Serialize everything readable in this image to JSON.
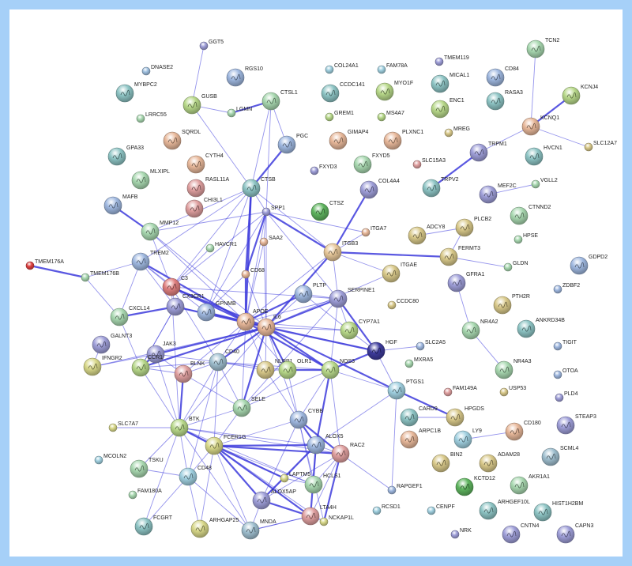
{
  "colors": {
    "frame_border": "#a6d0f8",
    "edge": "#3d3bdc",
    "node_palette": [
      "#8ec5c5",
      "#a8d8b0",
      "#b8d98a",
      "#d9c98a",
      "#e8b89a",
      "#c9a8d9",
      "#9fb8e0",
      "#e0a0a0",
      "#a0d0e0",
      "#c0c0c0"
    ]
  },
  "nodes": [
    {
      "label": "GGT5",
      "color": "#9f9fd9"
    },
    {
      "label": "DNASE2",
      "color": "#9fc0e0"
    },
    {
      "label": "RGS10",
      "color": "#9fb8e0"
    },
    {
      "label": "COL24A1",
      "color": "#a0d0e0"
    },
    {
      "label": "FAM78A",
      "color": "#a0d0e0"
    },
    {
      "label": "TMEM119",
      "color": "#9f9fd9"
    },
    {
      "label": "TCN2",
      "color": "#a8d8b0"
    },
    {
      "label": "MYBPC2",
      "color": "#8ec5c5"
    },
    {
      "label": "GUSB",
      "color": "#b8d98a"
    },
    {
      "label": "LGMN",
      "color": "#a8d8b0"
    },
    {
      "label": "CTSL1",
      "color": "#a8d8b0"
    },
    {
      "label": "CCDC141",
      "color": "#8ec5c5"
    },
    {
      "label": "MYO1F",
      "color": "#b8d98a"
    },
    {
      "label": "MICAL1",
      "color": "#8ec5c5"
    },
    {
      "label": "CD84",
      "color": "#9fb8e0"
    },
    {
      "label": "KCNJ4",
      "color": "#b8d98a"
    },
    {
      "label": "LRRC55",
      "color": "#a8d8b0"
    },
    {
      "label": "GREM1",
      "color": "#b8d98a"
    },
    {
      "label": "MS4A7",
      "color": "#b8d98a"
    },
    {
      "label": "ENC1",
      "color": "#b8d98a"
    },
    {
      "label": "RASA3",
      "color": "#8ec5c5"
    },
    {
      "label": "SQRDL",
      "color": "#e8b89a"
    },
    {
      "label": "PGC",
      "color": "#9fb8e0"
    },
    {
      "label": "GIMAP4",
      "color": "#e8b89a"
    },
    {
      "label": "PLXNC1",
      "color": "#e8b89a"
    },
    {
      "label": "MREG",
      "color": "#d9c98a"
    },
    {
      "label": "KCNQ1",
      "color": "#e8b89a"
    },
    {
      "label": "GPA33",
      "color": "#8ec5c5"
    },
    {
      "label": "CYTH4",
      "color": "#e8b89a"
    },
    {
      "label": "FXYD3",
      "color": "#9f9fd9"
    },
    {
      "label": "FXYD5",
      "color": "#a8d8b0"
    },
    {
      "label": "SLC15A3",
      "color": "#e0a0a0"
    },
    {
      "label": "TRPM1",
      "color": "#9f9fd9"
    },
    {
      "label": "HVCN1",
      "color": "#8ec5c5"
    },
    {
      "label": "SLC12A7",
      "color": "#d9c98a"
    },
    {
      "label": "MLXIPL",
      "color": "#a8d8b0"
    },
    {
      "label": "RASL11A",
      "color": "#e0a0a0"
    },
    {
      "label": "CTSB",
      "color": "#8ec5c5"
    },
    {
      "label": "COL4A4",
      "color": "#9f9fd9"
    },
    {
      "label": "TRPV2",
      "color": "#8ec5c5"
    },
    {
      "label": "MEF2C",
      "color": "#9f9fd9"
    },
    {
      "label": "VGLL2",
      "color": "#a8d8b0"
    },
    {
      "label": "MAFB",
      "color": "#9fb8e0"
    },
    {
      "label": "CHI3L1",
      "color": "#e0a0a0"
    },
    {
      "label": "SPP1",
      "color": "#9f9fd9"
    },
    {
      "label": "CTSZ",
      "color": "#5fb55f"
    },
    {
      "label": "CTNND2",
      "color": "#a8d8b0"
    },
    {
      "label": "MMP12",
      "color": "#a8d8b0"
    },
    {
      "label": "SAA2",
      "color": "#e8b89a"
    },
    {
      "label": "ITGA7",
      "color": "#e8b89a"
    },
    {
      "label": "ADCY8",
      "color": "#d9c98a"
    },
    {
      "label": "PLCB2",
      "color": "#d9c98a"
    },
    {
      "label": "HPSE",
      "color": "#a8d8b0"
    },
    {
      "label": "HAVCR1",
      "color": "#a8d8b0"
    },
    {
      "label": "ITGB3",
      "color": "#e8c89a"
    },
    {
      "label": "FERMT3",
      "color": "#d9c98a"
    },
    {
      "label": "TMEM176A",
      "color": "#e04040"
    },
    {
      "label": "TMEM176B",
      "color": "#a8d8b0"
    },
    {
      "label": "TREM2",
      "color": "#9fb8e0"
    },
    {
      "label": "CD68",
      "color": "#e8b89a"
    },
    {
      "label": "ITGAE",
      "color": "#d9c98a"
    },
    {
      "label": "GLDN",
      "color": "#a8d8b0"
    },
    {
      "label": "GDPD2",
      "color": "#9fb8e0"
    },
    {
      "label": "ZDBF2",
      "color": "#9fb8e0"
    },
    {
      "label": "C3",
      "color": "#e08080"
    },
    {
      "label": "PLTP",
      "color": "#9fb8e0"
    },
    {
      "label": "GFRA1",
      "color": "#9f9fd9"
    },
    {
      "label": "CX3CR1",
      "color": "#9f9fd9"
    },
    {
      "label": "SERPINE1",
      "color": "#9f9fd9"
    },
    {
      "label": "CCDC80",
      "color": "#d9c98a"
    },
    {
      "label": "PTH2R",
      "color": "#d9c98a"
    },
    {
      "label": "GPNMB",
      "color": "#9fb8e0"
    },
    {
      "label": "APOE",
      "color": "#e8b89a"
    },
    {
      "label": "IL6",
      "color": "#e8b89a"
    },
    {
      "label": "NR4A2",
      "color": "#a8d8b0"
    },
    {
      "label": "CXCL14",
      "color": "#a8d8b0"
    },
    {
      "label": "ANKRD34B",
      "color": "#8ec5c5"
    },
    {
      "label": "CYP7A1",
      "color": "#b8d98a"
    },
    {
      "label": "GALNT3",
      "color": "#9f9fd9"
    },
    {
      "label": "JAK3",
      "color": "#9f9fd9"
    },
    {
      "label": "TIGIT",
      "color": "#9fb8e0"
    },
    {
      "label": "HGF",
      "color": "#3d3b9c"
    },
    {
      "label": "SLC2A5",
      "color": "#9fb8e0"
    },
    {
      "label": "IFNGR2",
      "color": "#d9d98a"
    },
    {
      "label": "CCR1",
      "color": "#b8d98a"
    },
    {
      "label": "BLNK",
      "color": "#e0a0a0"
    },
    {
      "label": "CD40",
      "color": "#a0c0d0"
    },
    {
      "label": "NLRP1",
      "color": "#d9c98a"
    },
    {
      "label": "OLR1",
      "color": "#b8d98a"
    },
    {
      "label": "NOS3",
      "color": "#b8d98a"
    },
    {
      "label": "OTOA",
      "color": "#9fb8e0"
    },
    {
      "label": "NR4A3",
      "color": "#a8d8b0"
    },
    {
      "label": "MXRA5",
      "color": "#a8d8b0"
    },
    {
      "label": "FAM149A",
      "color": "#e0a0a0"
    },
    {
      "label": "USP53",
      "color": "#d9c98a"
    },
    {
      "label": "PLD4",
      "color": "#9f9fd9"
    },
    {
      "label": "PTGS1",
      "color": "#a0d0e0"
    },
    {
      "label": "SLC7A7",
      "color": "#d9d98a"
    },
    {
      "label": "SELE",
      "color": "#a8d8b0"
    },
    {
      "label": "CARD9",
      "color": "#8ec5c5"
    },
    {
      "label": "HPGDS",
      "color": "#d9c98a"
    },
    {
      "label": "STEAP3",
      "color": "#9f9fd9"
    },
    {
      "label": "BTK",
      "color": "#b8d98a"
    },
    {
      "label": "CYBB",
      "color": "#9fb8e0"
    },
    {
      "label": "ARPC1B",
      "color": "#e8b89a"
    },
    {
      "label": "LY9",
      "color": "#a0d0e0"
    },
    {
      "label": "CD180",
      "color": "#e8b89a"
    },
    {
      "label": "MCOLN2",
      "color": "#a0d0e0"
    },
    {
      "label": "FCER1G",
      "color": "#d9d98a"
    },
    {
      "label": "ALOX5",
      "color": "#9fb8e0"
    },
    {
      "label": "RAC2",
      "color": "#e0a0a0"
    },
    {
      "label": "BIN2",
      "color": "#d9c98a"
    },
    {
      "label": "ADAM28",
      "color": "#d9c98a"
    },
    {
      "label": "SCML4",
      "color": "#a0c0d0"
    },
    {
      "label": "TSKU",
      "color": "#a8d8b0"
    },
    {
      "label": "CD48",
      "color": "#a0d0e0"
    },
    {
      "label": "LAPTM5",
      "color": "#d9d98a"
    },
    {
      "label": "HCLS1",
      "color": "#a8d8b0"
    },
    {
      "label": "KCTD12",
      "color": "#5fb55f"
    },
    {
      "label": "AKR1A1",
      "color": "#a8d8b0"
    },
    {
      "label": "FAM180A",
      "color": "#a8d8b0"
    },
    {
      "label": "ALOX5AP",
      "color": "#9f9fd9"
    },
    {
      "label": "RAPGEF1",
      "color": "#9fb8e0"
    },
    {
      "label": "ARHGEF10L",
      "color": "#8ec5c5"
    },
    {
      "label": "HIST1H2BM",
      "color": "#8ec5c5"
    },
    {
      "label": "FCGRT",
      "color": "#8ec5c5"
    },
    {
      "label": "ARHGAP25",
      "color": "#d9d98a"
    },
    {
      "label": "MNDA",
      "color": "#a0c0d0"
    },
    {
      "label": "LTA4H",
      "color": "#e0a0a0"
    },
    {
      "label": "NCKAP1L",
      "color": "#d9d98a"
    },
    {
      "label": "RCSD1",
      "color": "#a0d0e0"
    },
    {
      "label": "CENPF",
      "color": "#a0d0e0"
    },
    {
      "label": "NRK",
      "color": "#9f9fd9"
    },
    {
      "label": "CNTN4",
      "color": "#9f9fd9"
    },
    {
      "label": "CAPN3",
      "color": "#9f9fd9"
    }
  ]
}
